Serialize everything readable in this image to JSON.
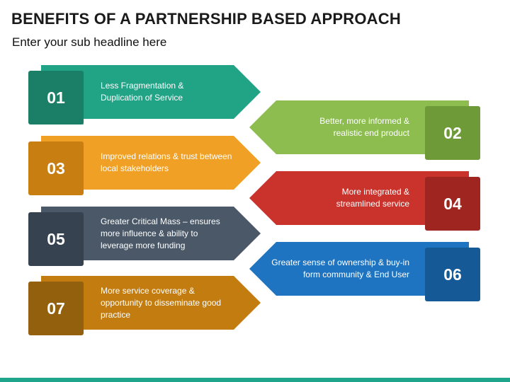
{
  "title": "BENEFITS OF A PARTNERSHIP BASED APPROACH",
  "subtitle": "Enter your sub headline here",
  "items": [
    {
      "number": "01",
      "text": "Less Fragmentation & Duplication of Service",
      "color": "#21a386",
      "dark": "#1a7f66"
    },
    {
      "number": "02",
      "text": "Better, more informed & realistic end product",
      "color": "#8cbd4e",
      "dark": "#6e9a38"
    },
    {
      "number": "03",
      "text": "Improved relations & trust between local stakeholders",
      "color": "#f0a024",
      "dark": "#c97e12"
    },
    {
      "number": "04",
      "text": "More integrated & streamlined service",
      "color": "#c9332c",
      "dark": "#9f2620"
    },
    {
      "number": "05",
      "text": "Greater Critical Mass – ensures more influence & ability to leverage more funding",
      "color": "#4a5868",
      "dark": "#36424f"
    },
    {
      "number": "06",
      "text": "Greater sense of ownership & buy-in form community & End User",
      "color": "#1e74c0",
      "dark": "#155a96"
    },
    {
      "number": "07",
      "text": "More service coverage & opportunity to disseminate good practice",
      "color": "#c27c10",
      "dark": "#93600e"
    }
  ]
}
